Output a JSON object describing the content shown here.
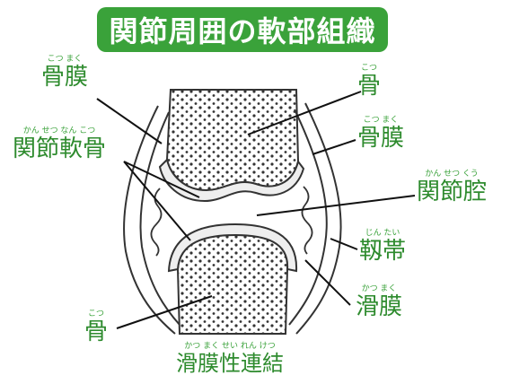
{
  "title": "関節周囲の軟部組織",
  "colors": {
    "banner": "#3aa23a",
    "label_text": "#2e8b2e",
    "outline": "#333333",
    "cartilage": "#eeeeee"
  },
  "labels": {
    "bone_top_left": {
      "ruby": "こつ まく",
      "text": "骨膜"
    },
    "cartilage": {
      "ruby": "かん せつ なん こつ",
      "text": "関節軟骨"
    },
    "bone_top_right": {
      "ruby": "こつ",
      "text": "骨"
    },
    "periosteum_right": {
      "ruby": "こつ まく",
      "text": "骨膜"
    },
    "joint_cavity": {
      "ruby": "かん せつ くう",
      "text": "関節腔"
    },
    "ligament": {
      "ruby": "じん たい",
      "text": "靱帯"
    },
    "synovium": {
      "ruby": "かつ まく",
      "text": "滑膜"
    },
    "bone_bottom_left": {
      "ruby": "こつ",
      "text": "骨"
    },
    "caption": {
      "ruby": "かつ まく せい れん けつ",
      "text": "滑膜性連結"
    }
  }
}
